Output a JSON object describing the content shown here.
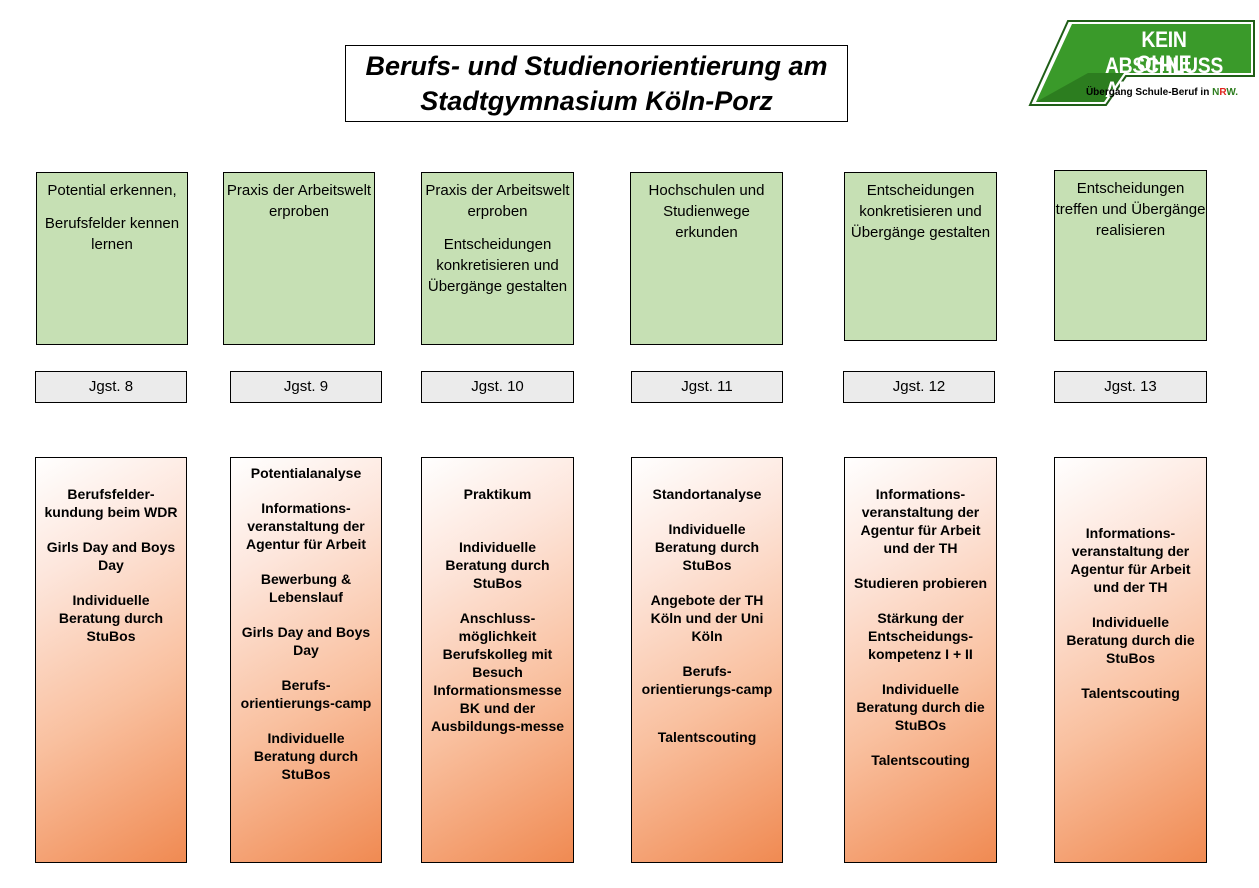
{
  "title": {
    "line1": "Berufs- und Studienorientierung am",
    "line2": "Stadtgymnasium Köln-Porz"
  },
  "logo": {
    "line1": "KEIN ABSCHLUSS",
    "line2": "OHNE ANSCHLUSS",
    "subtitle": "Übergang Schule-Beruf in",
    "nrw_n": "N",
    "nrw_r": "R",
    "nrw_w": "W.",
    "colors": {
      "arrow": "#3a9a2a",
      "outline": "#1f5e17"
    }
  },
  "colors": {
    "phase_fill": "#c6e0b4",
    "grade_fill": "#ebebeb",
    "activity_gradient_end": "#f08a52"
  },
  "columns": [
    {
      "phase": [
        "Potential erkennen,",
        "Berufsfelder kennen lernen"
      ],
      "grade": "Jgst. 8",
      "activities": [
        "Berufsfelder-kundung beim WDR",
        "Girls Day and Boys Day",
        "Individuelle Beratung durch StuBos"
      ]
    },
    {
      "phase": [
        "Praxis der Arbeitswelt erproben"
      ],
      "grade": "Jgst. 9",
      "activities": [
        "Potentialanalyse",
        "Informations-veranstaltung der Agentur für Arbeit",
        "Bewerbung & Lebenslauf",
        "Girls Day and Boys Day",
        "Berufs-orientierungs-camp",
        "Individuelle Beratung durch StuBos"
      ]
    },
    {
      "phase": [
        "Praxis der Arbeitswelt erproben",
        "Entscheidungen konkretisieren und Übergänge gestalten"
      ],
      "grade": "Jgst. 10",
      "activities": [
        "Praktikum",
        "Individuelle Beratung durch StuBos",
        "Anschluss-möglichkeit Berufskolleg mit Besuch Informationsmesse BK und der Ausbildungs-messe"
      ]
    },
    {
      "phase": [
        "Hochschulen und Studienwege erkunden"
      ],
      "grade": "Jgst. 11",
      "activities": [
        "Standortanalyse",
        "Individuelle Beratung durch StuBos",
        "Angebote der TH Köln und der Uni Köln",
        "Berufs-orientierungs-camp",
        "Talentscouting"
      ]
    },
    {
      "phase": [
        "Entscheidungen konkretisieren und Übergänge gestalten"
      ],
      "grade": "Jgst. 12",
      "activities": [
        "Informations-veranstaltung der Agentur für Arbeit und der TH",
        "Studieren probieren",
        "Stärkung der Entscheidungs-kompetenz I + II",
        "Individuelle Beratung durch die StuBOs",
        "Talentscouting"
      ]
    },
    {
      "phase": [
        "Entscheidungen treffen und Übergänge realisieren"
      ],
      "grade": "Jgst. 13",
      "activities": [
        "Informations-veranstaltung der Agentur für Arbeit und der TH",
        "Individuelle Beratung durch die StuBos",
        "Talentscouting"
      ]
    }
  ]
}
